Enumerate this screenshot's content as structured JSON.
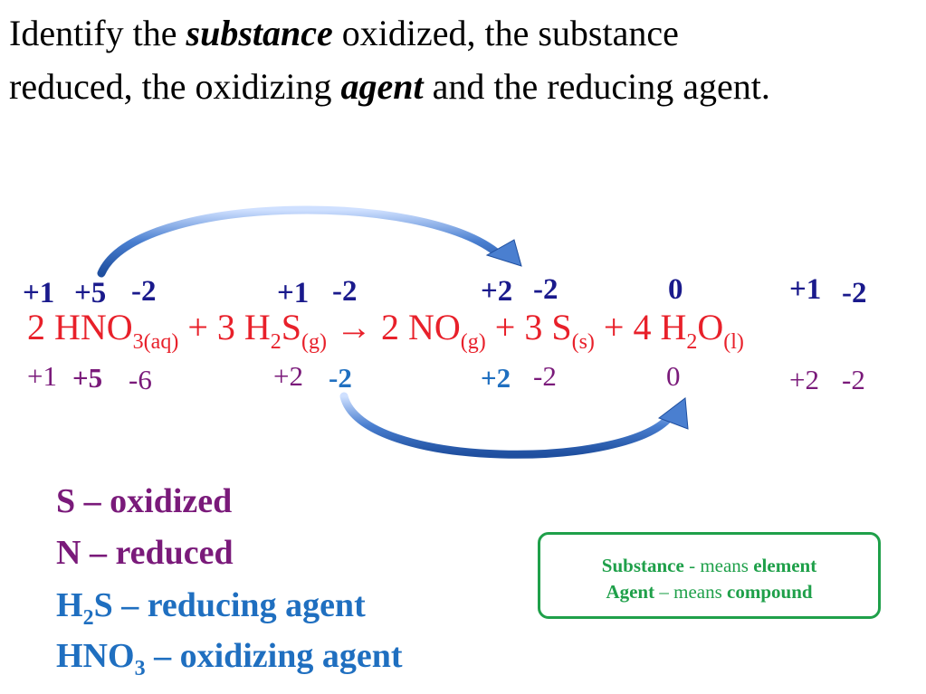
{
  "title": {
    "line1_a": "Identify the",
    "line1_b": "substance",
    "line1_c": "oxidized, the substance",
    "line2_a": "reduced, the oxidizing",
    "line2_b": "agent",
    "line2_c": "and the reducing agent."
  },
  "top_ox_states": {
    "h_in_hno3": "+1",
    "n_in_hno3": "+5",
    "o_in_hno3": "-2",
    "h_in_h2s": "+1",
    "s_in_h2s": "-2",
    "n_in_no": "+2",
    "o_in_no": "-2",
    "s_elem": "0",
    "h_in_h2o": "+1",
    "o_in_h2o": "-2"
  },
  "equation": {
    "t1": "2 HNO",
    "s1": "3(aq)",
    "t2": " + 3 H",
    "s2": "2",
    "t3": "S",
    "s3": "(g)",
    "t4": " → 2 NO",
    "s4": "(g)",
    "t5": " + 3 S",
    "s5": "(s)",
    "t6": " + 4 H",
    "s6": "2",
    "t7": "O",
    "s7": "(l)"
  },
  "bottom_totals": {
    "h_total_hno3": "+1",
    "n_total_hno3": "+5",
    "o_total_hno3": "-6",
    "h_total_h2s": "+2",
    "s_total_h2s": "-2",
    "n_total_no": "+2",
    "o_total_no": "-2",
    "s_total_elem": "0",
    "h_total_h2o": "+2",
    "o_total_h2o": "-2"
  },
  "summary": {
    "line1": "S – oxidized",
    "line2": "N – reduced",
    "line3_a": "H",
    "line3_sub": "2",
    "line3_b": "S – reducing agent",
    "line4_a": "HNO",
    "line4_sub": "3",
    "line4_b": " – oxidizing agent"
  },
  "note": {
    "l1_a": "Substance",
    "l1_b": " - means ",
    "l1_c": "element",
    "l2_a": "Agent",
    "l2_b": " – means ",
    "l2_c": "compound"
  },
  "colors": {
    "equation": "#e8202a",
    "oxidation_top": "#1a1a8c",
    "summary_purple": "#7a1a7a",
    "summary_blue": "#1f6fc0",
    "note_green": "#1fa04a",
    "arrow_blue": "#4a7fd0"
  }
}
